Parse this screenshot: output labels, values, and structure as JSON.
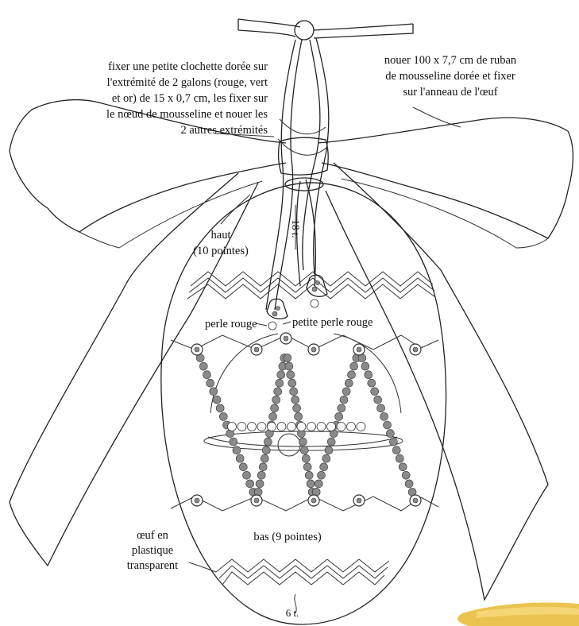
{
  "labels": {
    "bell_line1": "fixer une petite clochette dorée sur",
    "bell_line2": "l'extrémité de 2 galons (rouge, vert",
    "bell_line3": "et or) de 15 x 0,7 cm, les fixer sur",
    "bell_line4": "le nœud de mousseline et nouer les",
    "bell_line5": "2 autres extrémités",
    "ribbon_line1": "nouer 100 x 7,7 cm de ruban",
    "ribbon_line2": "de mousseline dorée et fixer",
    "ribbon_line3": "sur l'anneau de l'œuf",
    "top_line1": "haut",
    "top_line2": "(10 pointes)",
    "red_bead": "perle rouge",
    "small_red_bead": "petite perle rouge",
    "bottom": "bas (9 pointes)",
    "egg_line1": "œuf en",
    "egg_line2": "plastique",
    "egg_line3": "transparent",
    "rows_18": "18 t.",
    "rows_6": "6 t."
  },
  "colors": {
    "ink": "#222222",
    "bead": "#8a8a8a",
    "gold_accent": "#e8b830"
  }
}
